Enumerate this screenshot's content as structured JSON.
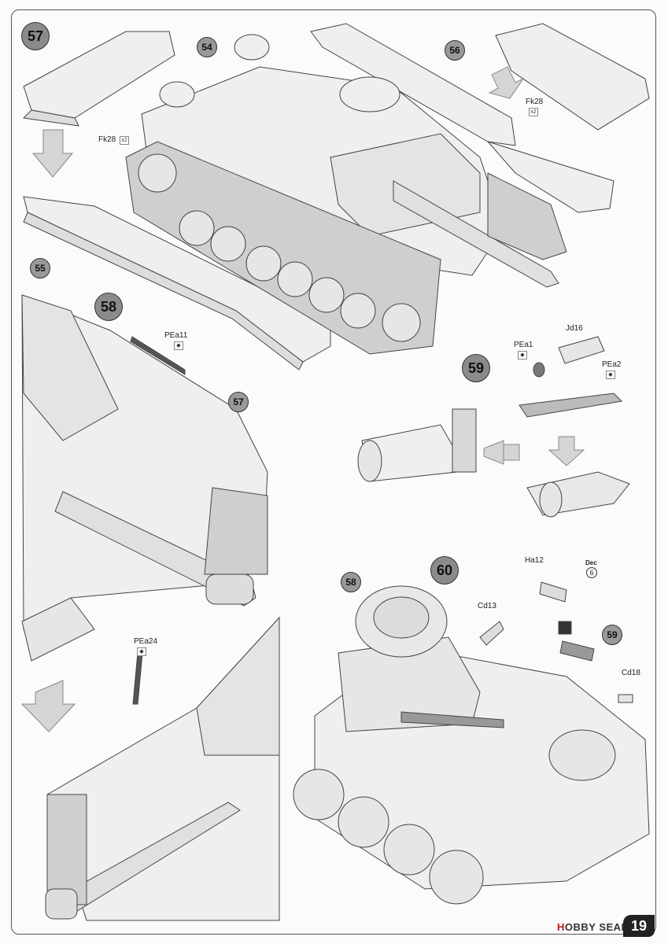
{
  "steps": {
    "s57": "57",
    "s58": "58",
    "s59": "59",
    "s60": "60"
  },
  "callouts": {
    "c54": "54",
    "c56": "56",
    "c55": "55",
    "c57": "57",
    "c58": "58",
    "c59": "59"
  },
  "labels": {
    "fk28_left": "Fk28",
    "fk28_left_qty": "x2",
    "fk28_right": "Fk28",
    "fk28_right_qty": "x2",
    "pea11": "PEa11",
    "pea24": "PEa24",
    "jd16": "Jd16",
    "pea1": "PEa1",
    "pea2": "PEa2",
    "ha12": "Ha12",
    "dec": "Dec",
    "dec_num": "6",
    "cd13": "Cd13",
    "cd18": "Cd18"
  },
  "footer": {
    "brand_prefix": "H",
    "brand_rest": "OBBY SEARCH",
    "page_number": "19"
  },
  "icons": [
    "photo-etch-icon",
    "decal-icon",
    "arrow-down-icon",
    "arrow-left-icon"
  ]
}
